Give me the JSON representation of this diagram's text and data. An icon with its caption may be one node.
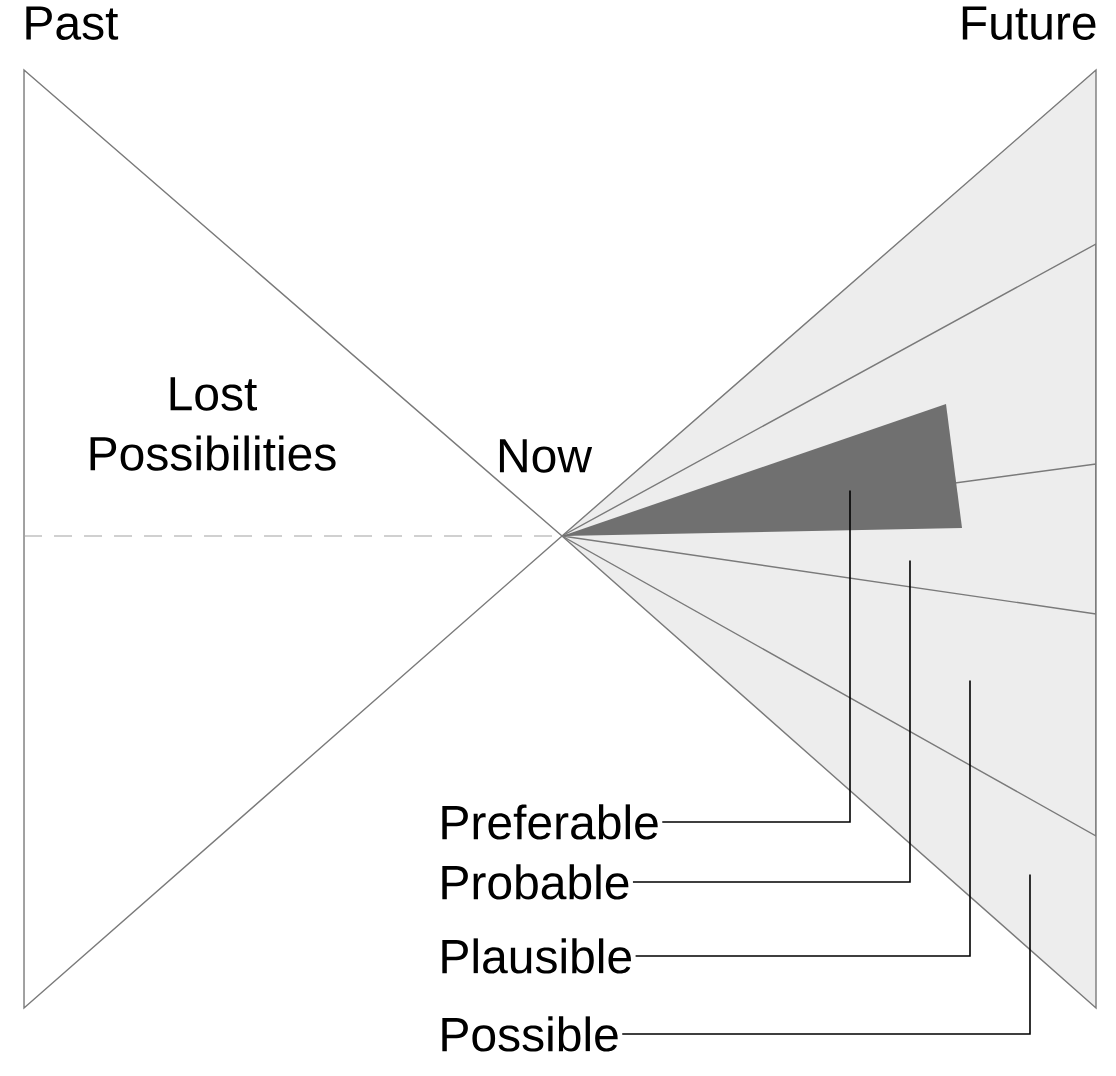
{
  "diagram": {
    "nodes": [
      {
        "text": [
          "Preferable"
        ]
      },
      {
        "text": [
          "Probable"
        ]
      },
      {
        "text": [
          "Plausible"
        ]
      },
      {
        "text": [
          "Possible"
        ]
      },
      {
        "text": [],
        "shape": "triangle",
        "in": 6
      },
      {
        "text": [],
        "shape": "triangle",
        "in": 6
      },
      {
        "text": [],
        "shape": "triangle",
        "in": 7
      },
      {
        "text": [],
        "shape": "triangle"
      }
    ],
    "edges": [
      {
        "from": 0,
        "to": 4,
        "arrow": "none"
      },
      {
        "from": 1,
        "to": 5,
        "arrow": "none"
      },
      {
        "from": 2,
        "to": 6,
        "arrow": "none"
      },
      {
        "from": 3,
        "to": 7,
        "arrow": "none"
      }
    ],
    "labels": [
      "Past",
      "Future",
      "Lost Possibilities",
      "Now"
    ]
  }
}
